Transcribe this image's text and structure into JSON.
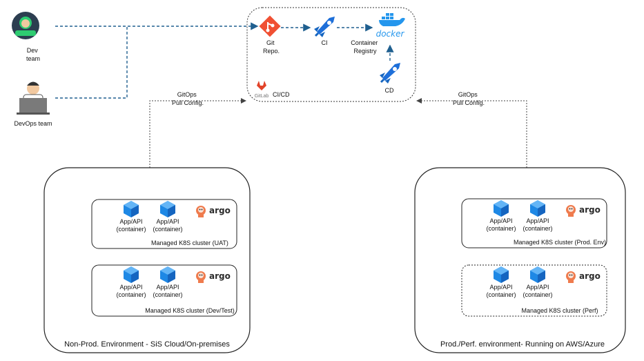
{
  "actors": {
    "dev": "Dev\nteam",
    "devops": "DevOps team"
  },
  "cicd": {
    "git": "Git\nRepo.",
    "ci": "CI",
    "registry": "Container\nRegistry",
    "docker": "docker",
    "cd": "CD",
    "gitlab": "GitLab",
    "label": "CI/CD"
  },
  "gitops": {
    "left": "GitOps\nPull Config.",
    "right": "GitOps\nPull Config."
  },
  "environments": [
    {
      "label": "Non-Prod. Environment -  SiS Cloud/On-premises",
      "clusters": [
        {
          "label": "Managed K8S cluster  (UAT)",
          "apps": [
            "App/API\n(container)",
            "App/API\n(container)"
          ],
          "logo": "argo"
        },
        {
          "label": "Managed K8S cluster  (Dev/Test)",
          "apps": [
            "App/API\n(container)",
            "App/API\n(container)"
          ],
          "logo": "argo"
        }
      ]
    },
    {
      "label": "Prod./Perf. environment- Running on AWS/Azure",
      "clusters": [
        {
          "label": "Managed K8S cluster  (Prod. Env)",
          "apps": [
            "App/API\n(container)",
            "App/API\n(container)"
          ],
          "logo": "argo"
        },
        {
          "label": "Managed K8S cluster  (Perf)",
          "apps": [
            "App/API\n(container)",
            "App/API\n(container)"
          ],
          "logo": "argo"
        }
      ]
    }
  ],
  "colors": {
    "dashed_line": "#1f5f8f",
    "box_border": "#333333",
    "cube": "#1e88e5",
    "git": "#f05033",
    "docker": "#2496ed",
    "argo_orange": "#ef7b4d"
  }
}
